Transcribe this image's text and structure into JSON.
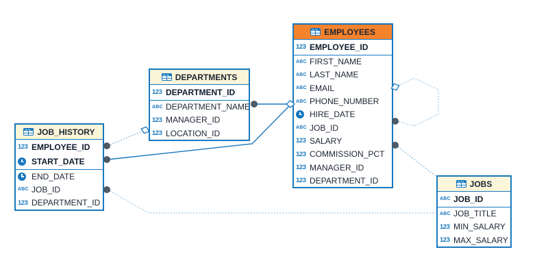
{
  "glyphs": {
    "numeric": "123",
    "text": "ABC"
  },
  "colors": {
    "table_border": "#1878BE",
    "header_default": "#FBF5D9",
    "header_selected": "#F5822D",
    "icon_blue": "#1878BE",
    "line_solid": "#1878BE",
    "line_dotted": "#85B7DD",
    "endpoint_circle_fill": "#4F5B66",
    "text": "#1B2433"
  },
  "tables": {
    "job_history": {
      "title": "JOB_HISTORY",
      "highlighted": false,
      "primary_key": [
        {
          "name": "EMPLOYEE_ID",
          "icon": "123-icon"
        },
        {
          "name": "START_DATE",
          "icon": "clock-icon"
        }
      ],
      "columns": [
        {
          "name": "END_DATE",
          "icon": "clock-icon"
        },
        {
          "name": "JOB_ID",
          "icon": "abc-icon"
        },
        {
          "name": "DEPARTMENT_ID",
          "icon": "123-icon"
        }
      ]
    },
    "departments": {
      "title": "DEPARTMENTS",
      "highlighted": false,
      "primary_key": [
        {
          "name": "DEPARTMENT_ID",
          "icon": "123-icon"
        }
      ],
      "columns": [
        {
          "name": "DEPARTMENT_NAME",
          "icon": "abc-icon"
        },
        {
          "name": "MANAGER_ID",
          "icon": "123-icon"
        },
        {
          "name": "LOCATION_ID",
          "icon": "123-icon"
        }
      ]
    },
    "employees": {
      "title": "EMPLOYEES",
      "highlighted": true,
      "primary_key": [
        {
          "name": "EMPLOYEE_ID",
          "icon": "123-icon"
        }
      ],
      "columns": [
        {
          "name": "FIRST_NAME",
          "icon": "abc-icon"
        },
        {
          "name": "LAST_NAME",
          "icon": "abc-icon"
        },
        {
          "name": "EMAIL",
          "icon": "abc-icon"
        },
        {
          "name": "PHONE_NUMBER",
          "icon": "abc-icon"
        },
        {
          "name": "HIRE_DATE",
          "icon": "clock-icon"
        },
        {
          "name": "JOB_ID",
          "icon": "abc-icon"
        },
        {
          "name": "SALARY",
          "icon": "123-icon"
        },
        {
          "name": "COMMISSION_PCT",
          "icon": "123-icon"
        },
        {
          "name": "MANAGER_ID",
          "icon": "123-icon"
        },
        {
          "name": "DEPARTMENT_ID",
          "icon": "123-icon"
        }
      ]
    },
    "jobs": {
      "title": "JOBS",
      "highlighted": false,
      "primary_key": [
        {
          "name": "JOB_ID",
          "icon": "abc-icon"
        }
      ],
      "columns": [
        {
          "name": "JOB_TITLE",
          "icon": "abc-icon"
        },
        {
          "name": "MIN_SALARY",
          "icon": "123-icon"
        },
        {
          "name": "MAX_SALARY",
          "icon": "123-icon"
        }
      ]
    }
  },
  "relationships": [
    {
      "id": "departments-employees",
      "from": "DEPARTMENTS",
      "to": "EMPLOYEES",
      "style": "solid",
      "from_marker": "circle",
      "to_marker": "diamond"
    },
    {
      "id": "job-history-departments",
      "from": "JOB_HISTORY",
      "to": "DEPARTMENTS",
      "style": "dotted",
      "from_marker": "circle",
      "to_marker": "diamond"
    },
    {
      "id": "job-history-employees",
      "from": "JOB_HISTORY",
      "to": "EMPLOYEES",
      "style": "solid",
      "from_marker": "circle",
      "to_marker": "diamond"
    },
    {
      "id": "job-history-jobs",
      "from": "JOB_HISTORY",
      "to": "JOBS",
      "style": "dotted",
      "from_marker": "circle",
      "to_marker": "none"
    },
    {
      "id": "employees-jobs",
      "from": "EMPLOYEES",
      "to": "JOBS",
      "style": "dotted",
      "from_marker": "circle",
      "to_marker": "none"
    },
    {
      "id": "employees-self-reference",
      "from": "EMPLOYEES",
      "to": "EMPLOYEES",
      "style": "dotted",
      "from_marker": "diamond",
      "to_marker": "circle"
    }
  ]
}
